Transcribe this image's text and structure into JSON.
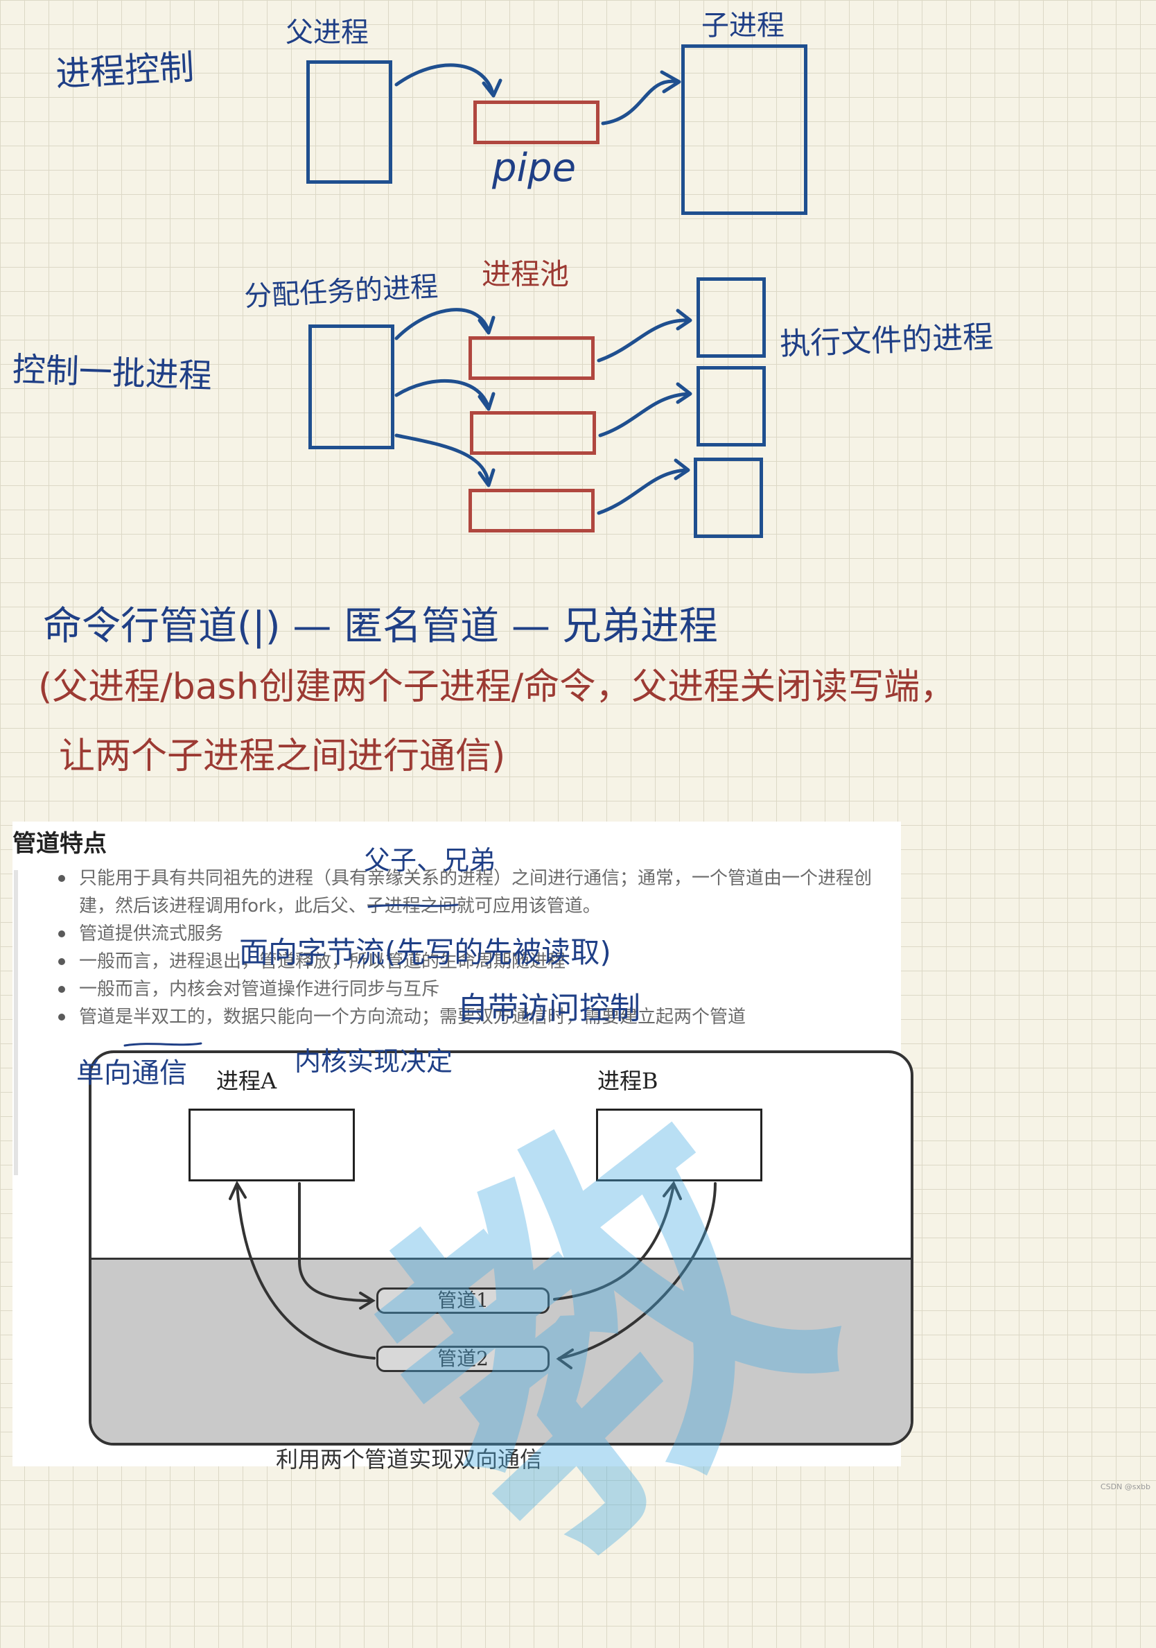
{
  "colors": {
    "ink_blue": "#1f3f86",
    "ink_red": "#9c3a33",
    "box_blue": "#1f4f8f",
    "box_red": "#b0473f"
  },
  "sketch1": {
    "title": "进程控制",
    "parent_label": "父进程",
    "pipe_label": "pipe",
    "child_label": "子进程"
  },
  "sketch2": {
    "title": "控制一批进程",
    "dispatch_label": "分配任务的进程",
    "pool_label": "进程池",
    "exec_label": "执行文件的进程"
  },
  "notes": {
    "line1": "命令行管道(|) — 匿名管道 — 兄弟进程",
    "line2": "(父进程/bash创建两个子进程/命令，父进程关闭读写端，",
    "line3": "让两个子进程之间进行通信)"
  },
  "article": {
    "heading": "管道特点",
    "bullets": [
      "只能用于具有共同祖先的进程（具有亲缘关系的进程）之间进行通信；通常，一个管道由一个进程创建，然后该进程调用fork，此后父、子进程之间就可应用该管道。",
      "管道提供流式服务",
      "一般而言，进程退出，管道释放，所以管道的生命周期随进程",
      "一般而言，内核会对管道操作进行同步与互斥",
      "管道是半双工的，数据只能向一个方向流动；需要双方通信时，需要建立起两个管道"
    ],
    "figure": {
      "process_a": "进程A",
      "process_b": "进程B",
      "pipe1": "管道1",
      "pipe2": "管道2"
    },
    "caption": "利用两个管道实现双向通信"
  },
  "annotations": {
    "kinship": "父子、兄弟",
    "byte_stream": "面向字节流(先写的先被读取)",
    "access_control": "自带访问控制",
    "one_way": "单向通信",
    "kernel": "内核实现决定"
  },
  "watermark": "教",
  "credit": "CSDN @sxbb"
}
